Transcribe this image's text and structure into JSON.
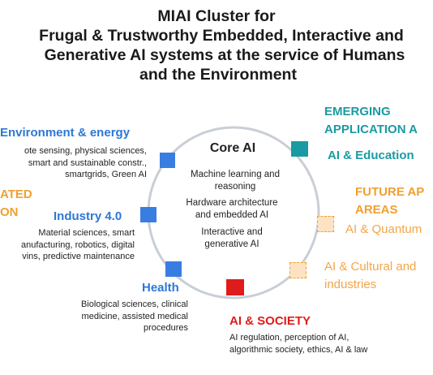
{
  "title": {
    "line1": "MIAI Cluster for",
    "line2": "Frugal & Trustworthy Embedded, Interactive and",
    "line3": "Generative AI systems at the service of Humans",
    "line4": "and the Environment"
  },
  "core": {
    "title": "Core AI",
    "item1_l1": "Machine learning and",
    "item1_l2": "reasoning",
    "item2_l1": "Hardware architecture",
    "item2_l2": "and embedded AI",
    "item3_l1": "Interactive and",
    "item3_l2": "generative AI"
  },
  "environment": {
    "heading": "Environment & energy",
    "desc1": "ote sensing, physical sciences,",
    "desc2": "smart and sustainable constr.,",
    "desc3": "smartgrids, Green AI"
  },
  "applied": {
    "line1": "ATED",
    "line2": "ON"
  },
  "industry": {
    "heading": "Industry 4.0",
    "desc1": "Material sciences, smart",
    "desc2": "anufacturing, robotics, digital",
    "desc3": "vins, predictive maintenance"
  },
  "health": {
    "heading": "Health",
    "desc1": "Biological sciences, clinical",
    "desc2": "medicine, assisted medical",
    "desc3": "procedures"
  },
  "society": {
    "heading": "AI & SOCIETY",
    "desc1": "AI regulation, perception of AI,",
    "desc2": "algorithmic society, ethics, AI & law"
  },
  "emerging": {
    "line1": "EMERGING",
    "line2": "APPLICATION A",
    "item": "AI & Education"
  },
  "future": {
    "line1": "FUTURE AP",
    "line2": "AREAS",
    "item1": "AI & Quantum",
    "item2_l1": "AI & Cultural and",
    "item2_l2": "industries"
  },
  "colors": {
    "blue": "#3a7de0",
    "teal": "#1a9aa2",
    "orange": "#f0a030",
    "red": "#e01b1b",
    "ring": "#c9ced6"
  }
}
